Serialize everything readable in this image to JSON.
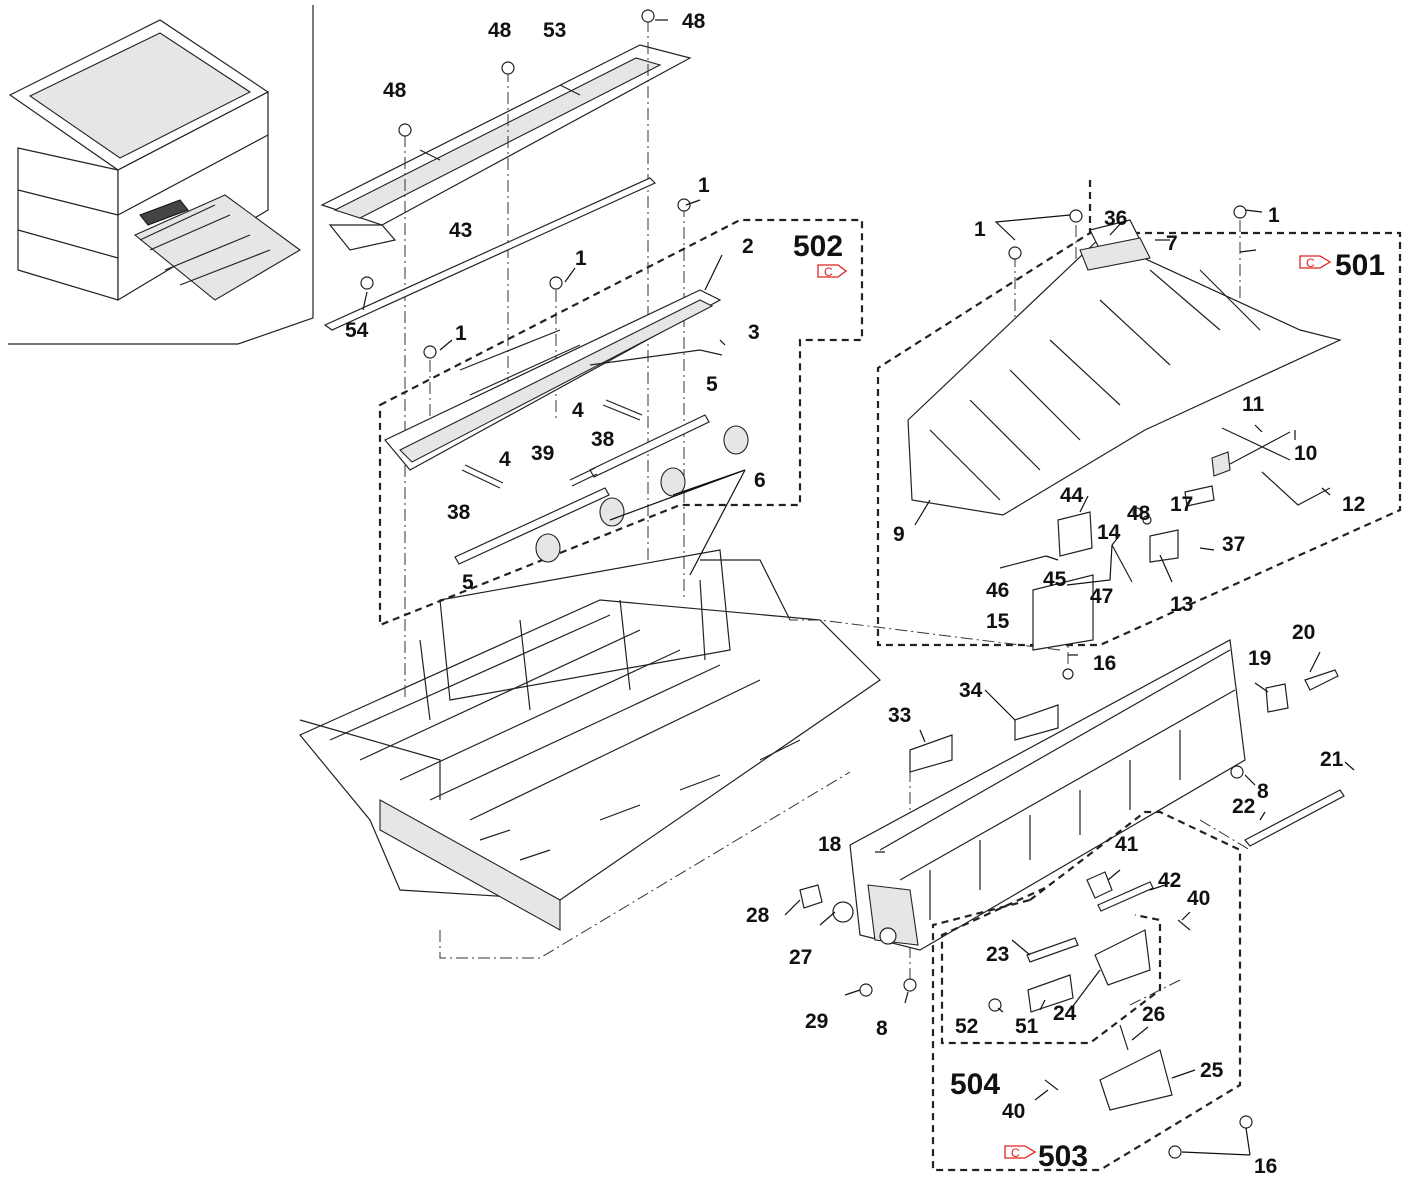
{
  "diagram": {
    "group_labels": [
      "501",
      "502",
      "503",
      "504"
    ],
    "ref_mark": "C",
    "part_labels": {
      "p1": "1",
      "p2": "2",
      "p3": "3",
      "p4": "4",
      "p5": "5",
      "p6": "6",
      "p7": "7",
      "p8": "8",
      "p9": "9",
      "p10": "10",
      "p11": "11",
      "p12": "12",
      "p13": "13",
      "p14": "14",
      "p15": "15",
      "p16": "16",
      "p17": "17",
      "p18": "18",
      "p19": "19",
      "p20": "20",
      "p21": "21",
      "p22": "22",
      "p23": "23",
      "p24": "24",
      "p25": "25",
      "p26": "26",
      "p27": "27",
      "p28": "28",
      "p29": "29",
      "p33": "33",
      "p34": "34",
      "p36": "36",
      "p37": "37",
      "p38": "38",
      "p39": "39",
      "p40": "40",
      "p41": "41",
      "p42": "42",
      "p43": "43",
      "p44": "44",
      "p45": "45",
      "p46": "46",
      "p47": "47",
      "p48": "48",
      "p51": "51",
      "p52": "52",
      "p53": "53",
      "p54": "54"
    }
  }
}
